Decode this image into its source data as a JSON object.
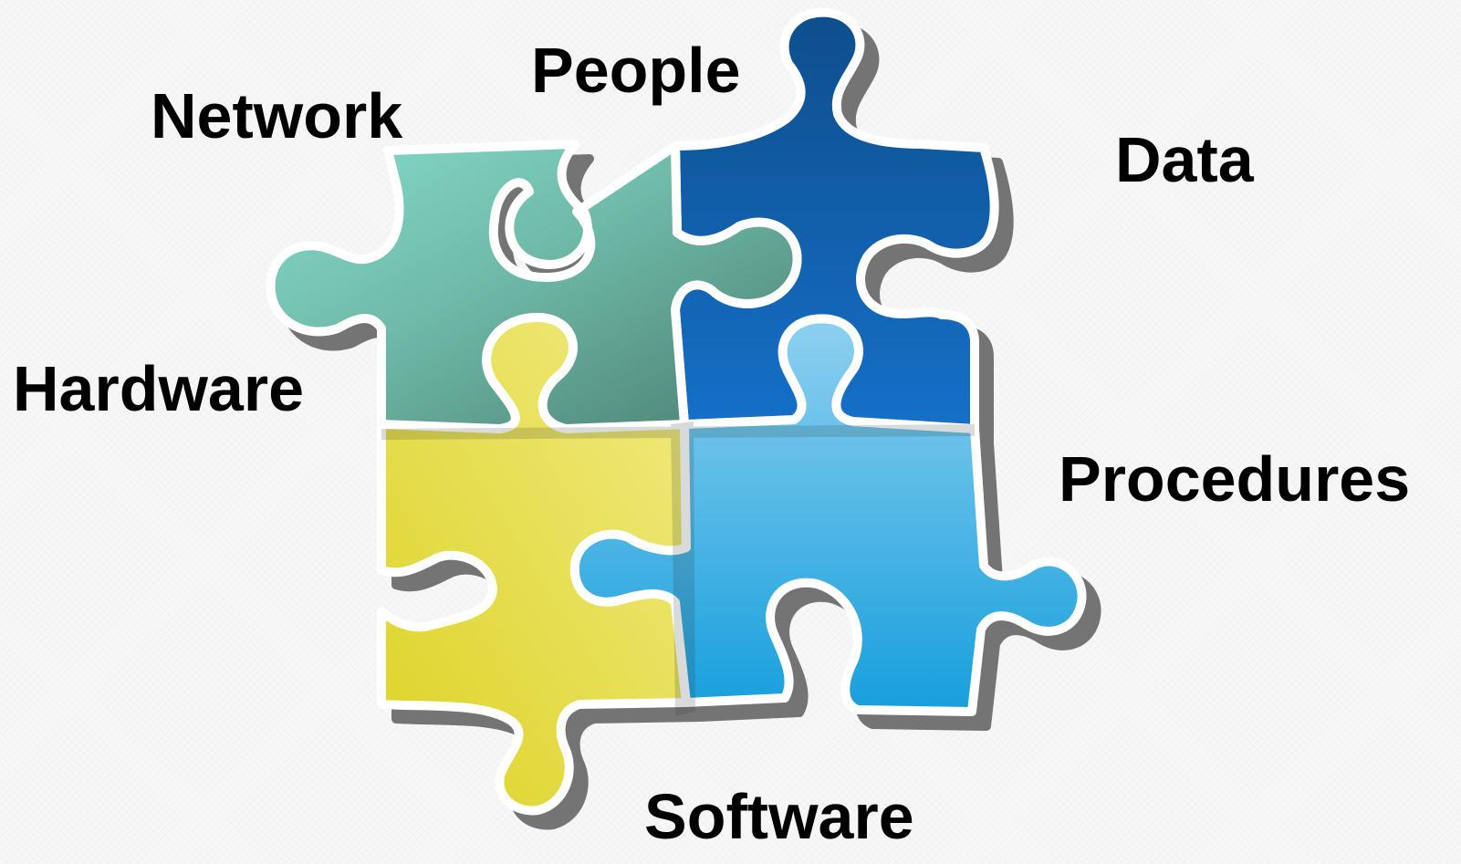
{
  "diagram": {
    "labels": {
      "people": "People",
      "network": "Network",
      "data": "Data",
      "hardware": "Hardware",
      "procedures": "Procedures",
      "software": "Software"
    },
    "pieces": {
      "network": {
        "icon": "puzzle-piece-teal",
        "color_light": "#86dccb",
        "color_dark": "#4a7f72"
      },
      "people": {
        "icon": "puzzle-piece-navy",
        "color_light": "#0e4e8c",
        "color_dark": "#1570c8"
      },
      "hardware": {
        "icon": "puzzle-piece-yellow",
        "color_light": "#f1ea82",
        "color_dark": "#dcd324"
      },
      "software": {
        "icon": "puzzle-piece-sky",
        "color_light": "#8dd0f0",
        "color_dark": "#179fdc"
      }
    },
    "shadow_color": "#6e6e6e",
    "outline_color": "#ffffff"
  }
}
